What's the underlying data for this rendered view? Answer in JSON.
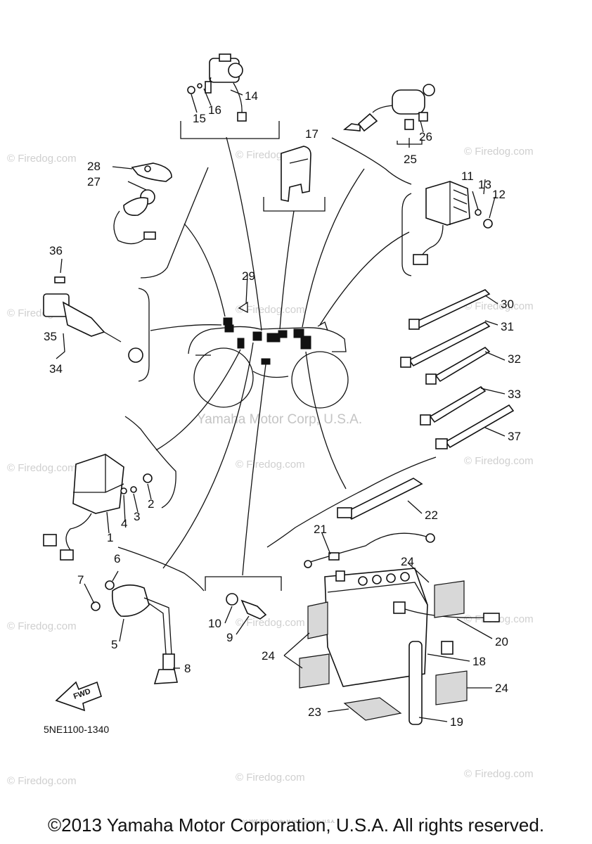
{
  "diagram": {
    "part_numbers": [
      "1",
      "2",
      "3",
      "4",
      "5",
      "6",
      "7",
      "8",
      "9",
      "10",
      "11",
      "12",
      "13",
      "14",
      "15",
      "16",
      "17",
      "18",
      "19",
      "20",
      "21",
      "22",
      "23",
      "24",
      "25",
      "26",
      "27",
      "28",
      "29",
      "30",
      "31",
      "32",
      "33",
      "34",
      "35",
      "36",
      "37"
    ],
    "drawing_code": "5NE1100-1340",
    "direction_label": "FWD",
    "center_watermark": "Yamaha Motor Corp, U.S.A.",
    "watermark": "© Firedog.com",
    "tiny_notice": "(c) 2005-2015 Yamaha Motor Corporation, U.S.A."
  },
  "footer": {
    "copyright": "©2013 Yamaha Motor Corporation, U.S.A. All rights reserved."
  }
}
